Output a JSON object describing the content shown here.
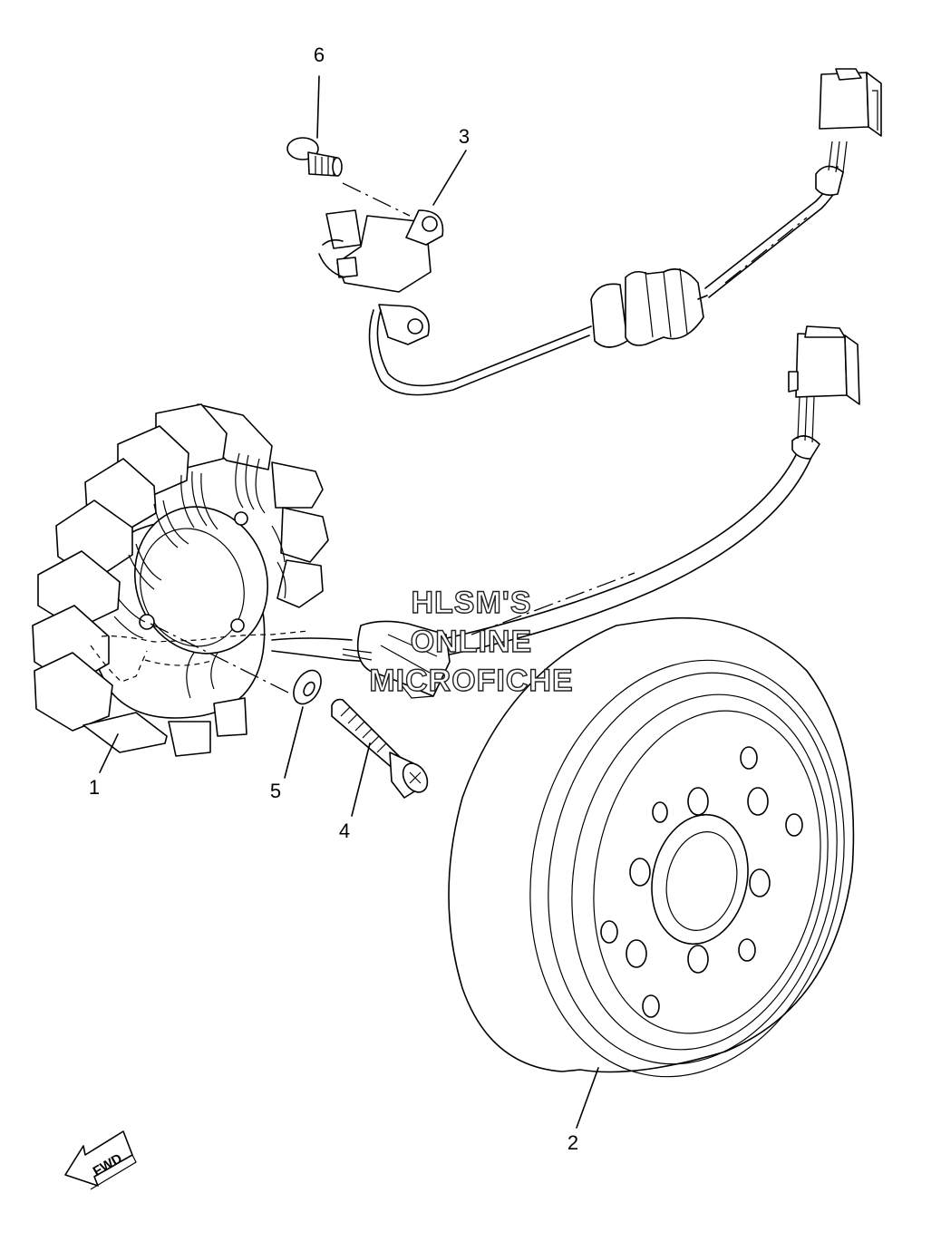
{
  "callouts": {
    "c1": "1",
    "c2": "2",
    "c3": "3",
    "c4": "4",
    "c5": "5",
    "c6": "6"
  },
  "watermark": {
    "line1": "HLSM'S",
    "line2": "ONLINE",
    "line3": "MICROFICHE"
  },
  "direction": {
    "label": "FWD"
  }
}
